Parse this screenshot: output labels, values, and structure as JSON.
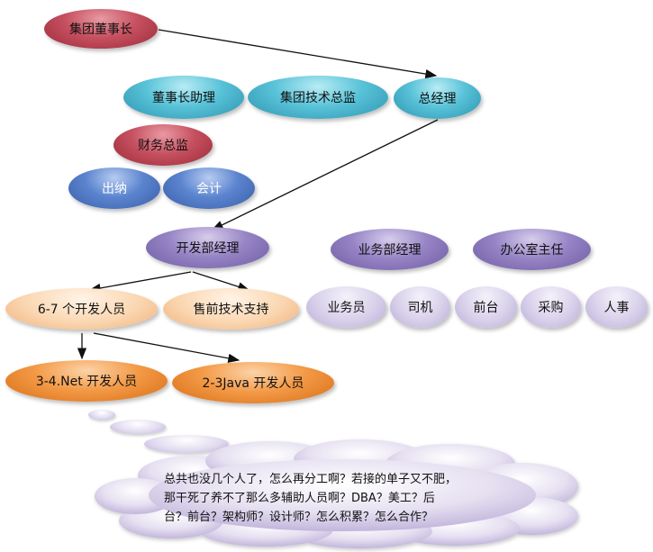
{
  "nodes": {
    "chairman": "集团董事长",
    "chairman_assistant": "董事长助理",
    "cto": "集团技术总监",
    "general_manager": "总经理",
    "cfo": "财务总监",
    "cashier": "出纳",
    "accountant": "会计",
    "dev_manager": "开发部经理",
    "biz_manager": "业务部经理",
    "office_director": "办公室主任",
    "developers": "6-7 个开发人员",
    "presales": "售前技术支持",
    "salesperson": "业务员",
    "driver": "司机",
    "front_desk": "前台",
    "purchasing": "采购",
    "hr": "人事",
    "net_devs": "3-4.Net 开发人员",
    "java_devs": "2-3Java 开发人员"
  },
  "cloud": {
    "text": "总共也没几个人了，怎么再分工啊？若接的单子又不肥，\n那干死了养不了那么多辅助人员啊？DBA？美工？后\n台？前台？架构师？设计师？怎么积累？怎么合作？"
  },
  "colors": {
    "red": "#c65060",
    "teal": "#58c2d8",
    "blue": "#5b84cf",
    "purple": "#9684c5",
    "lavender": "#d8d0ea",
    "peach": "#fad6b0",
    "orange": "#f39a47"
  }
}
